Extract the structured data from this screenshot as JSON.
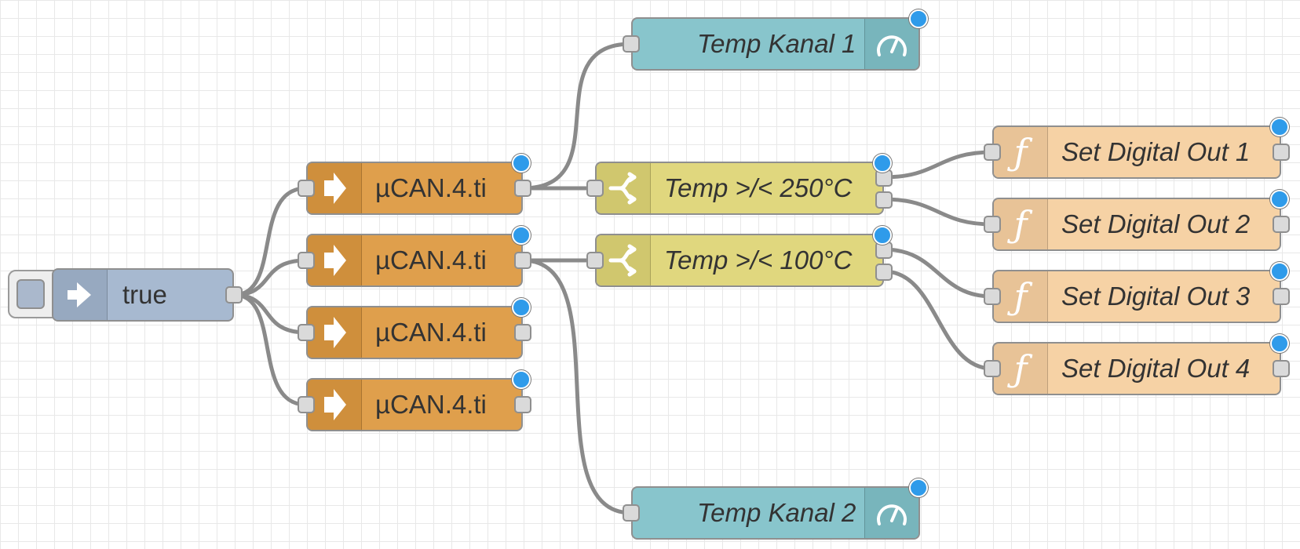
{
  "colors": {
    "inject": "#a7b9d0",
    "ucan": "#df9f4c",
    "switch": "#e0d77e",
    "gauge": "#88c5cc",
    "function": "#f6d2a5",
    "wire": "#8a8a8a",
    "status_dot": "#2f9bea"
  },
  "inject": {
    "label": "true",
    "icon": "arrow-in-icon"
  },
  "ucan": [
    {
      "label": "µCAN.4.ti",
      "icon": "arrow-right-icon"
    },
    {
      "label": "µCAN.4.ti",
      "icon": "arrow-right-icon"
    },
    {
      "label": "µCAN.4.ti",
      "icon": "arrow-right-icon"
    },
    {
      "label": "µCAN.4.ti",
      "icon": "arrow-right-icon"
    }
  ],
  "switches": [
    {
      "label": "Temp >/< 250°C",
      "icon": "switch-icon"
    },
    {
      "label": "Temp >/< 100°C",
      "icon": "switch-icon"
    }
  ],
  "gauges": [
    {
      "label": "Temp Kanal 1",
      "icon": "gauge-icon"
    },
    {
      "label": "Temp Kanal 2",
      "icon": "gauge-icon"
    }
  ],
  "functions": [
    {
      "label": "Set Digital Out 1",
      "icon": "function-icon"
    },
    {
      "label": "Set Digital Out 2",
      "icon": "function-icon"
    },
    {
      "label": "Set Digital Out 3",
      "icon": "function-icon"
    },
    {
      "label": "Set Digital Out 4",
      "icon": "function-icon"
    }
  ]
}
